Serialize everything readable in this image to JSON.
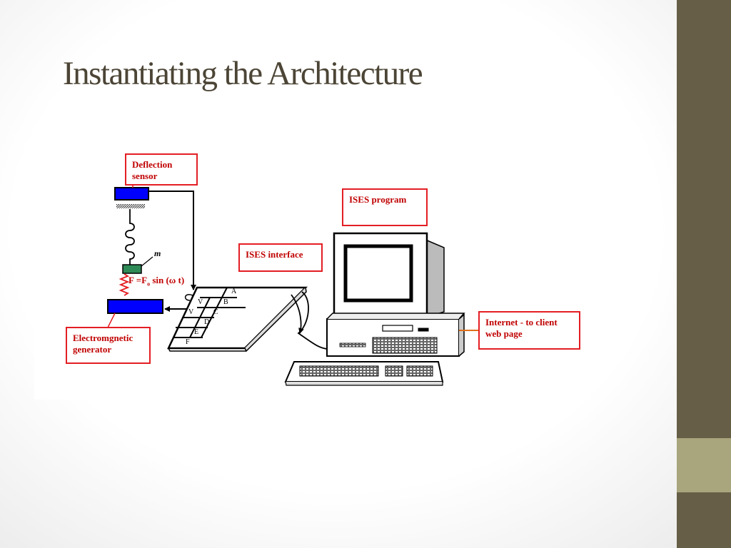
{
  "slide": {
    "title": "Instantiating the Architecture"
  },
  "diagram": {
    "labels": {
      "deflection_sensor": [
        "Deflection",
        "sensor"
      ],
      "ises_program": "ISES program",
      "ises_interface": "ISES interface",
      "electromagnetic_generator": [
        "Electromgnetic",
        "generator"
      ],
      "internet": [
        "Internet - to client",
        "web page"
      ]
    },
    "formula": {
      "prefix": "F =F",
      "subscript": "o",
      "suffix": " sin (ω t)"
    },
    "mass_label": "m",
    "interface_cells": {
      "a": "A",
      "b": "B",
      "c": "C",
      "d": "D",
      "e": "E",
      "f": "F",
      "v1": "V",
      "v2": "V"
    }
  },
  "colors": {
    "sidebar": "#675e47",
    "sidebar_accent": "#a9a57c",
    "title": "#4c4536",
    "label_border": "#e31e24",
    "label_text": "#c00000",
    "sensor_blue": "#0000ff",
    "mass_green": "#2e8b57"
  }
}
